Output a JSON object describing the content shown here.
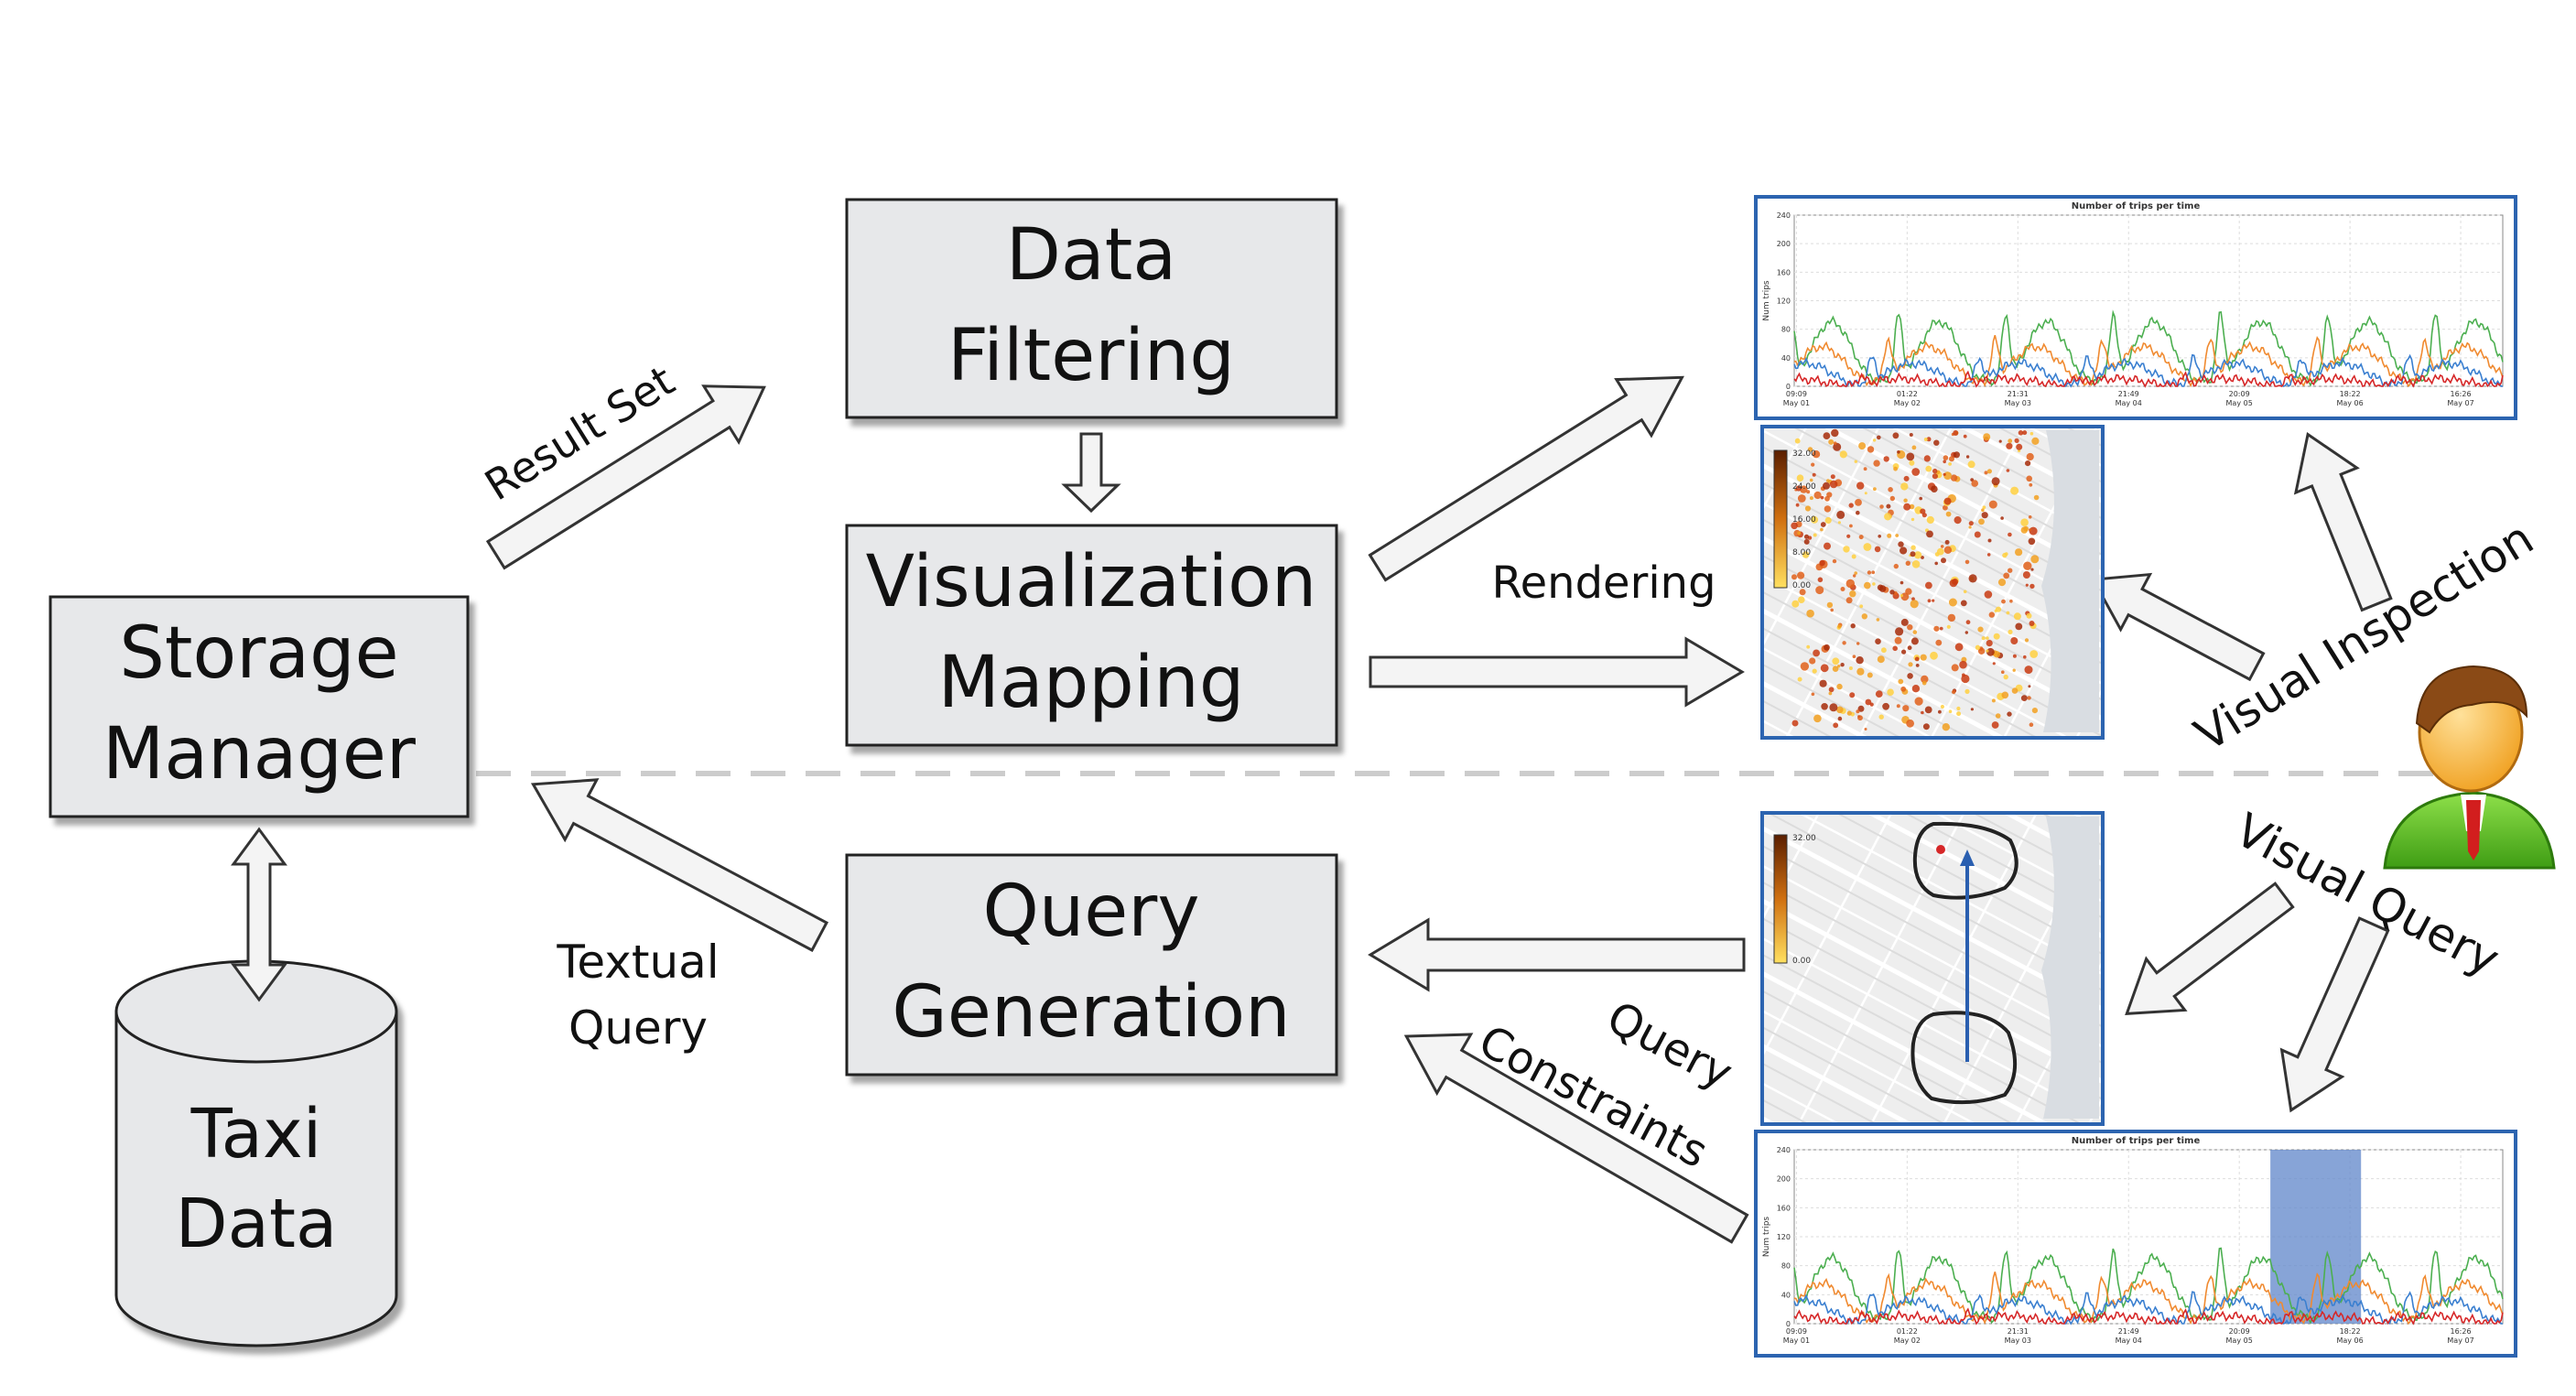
{
  "boxes": {
    "storage": [
      "Storage",
      "Manager"
    ],
    "filtering": [
      "Data",
      "Filtering"
    ],
    "mapping": [
      "Visualization",
      "Mapping"
    ],
    "query_gen": [
      "Query",
      "Generation"
    ],
    "taxi": [
      "Taxi",
      "Data"
    ]
  },
  "labels": {
    "result_set": "Result Set",
    "rendering": "Rendering",
    "textual_query": [
      "Textual",
      "Query"
    ],
    "query_constraints": [
      "Query",
      "Constraints"
    ],
    "visual_inspection": "Visual Inspection",
    "visual_query": "Visual Query"
  },
  "chart_data": [
    {
      "type": "line",
      "title": "Number of trips per time",
      "ylabel": "Num trips",
      "yticks": [
        "240",
        "200",
        "160",
        "120",
        "80",
        "40",
        "0"
      ],
      "xticks": [
        [
          "09:09",
          "May 01"
        ],
        [
          "01:22",
          "May 02"
        ],
        [
          "21:31",
          "May 03"
        ],
        [
          "21:49",
          "May 04"
        ],
        [
          "20:09",
          "May 05"
        ],
        [
          "18:22",
          "May 06"
        ],
        [
          "16:26",
          "May 07"
        ]
      ],
      "highlight": false
    },
    {
      "type": "line",
      "title": "Number of trips per time",
      "ylabel": "Num trips",
      "yticks": [
        "240",
        "200",
        "160",
        "120",
        "80",
        "40",
        "0"
      ],
      "xticks": [
        [
          "09:09",
          "May 01"
        ],
        [
          "01:22",
          "May 02"
        ],
        [
          "21:31",
          "May 03"
        ],
        [
          "21:49",
          "May 04"
        ],
        [
          "20:09",
          "May 05"
        ],
        [
          "18:22",
          "May 06"
        ],
        [
          "16:26",
          "May 07"
        ]
      ],
      "highlight": true
    }
  ],
  "map_legend": {
    "title": "Average fare per hour",
    "ticks": [
      "32.00",
      "24.00",
      "16.00",
      "8.00",
      "0.00"
    ]
  },
  "colors": {
    "box_fill": "#e7e8ea",
    "series_green": "#4caf50",
    "series_orange": "#f08a30",
    "series_blue": "#3a7fd0",
    "series_red": "#d62728",
    "panel_border": "#2c64b0",
    "highlight": "#5f86c9"
  }
}
